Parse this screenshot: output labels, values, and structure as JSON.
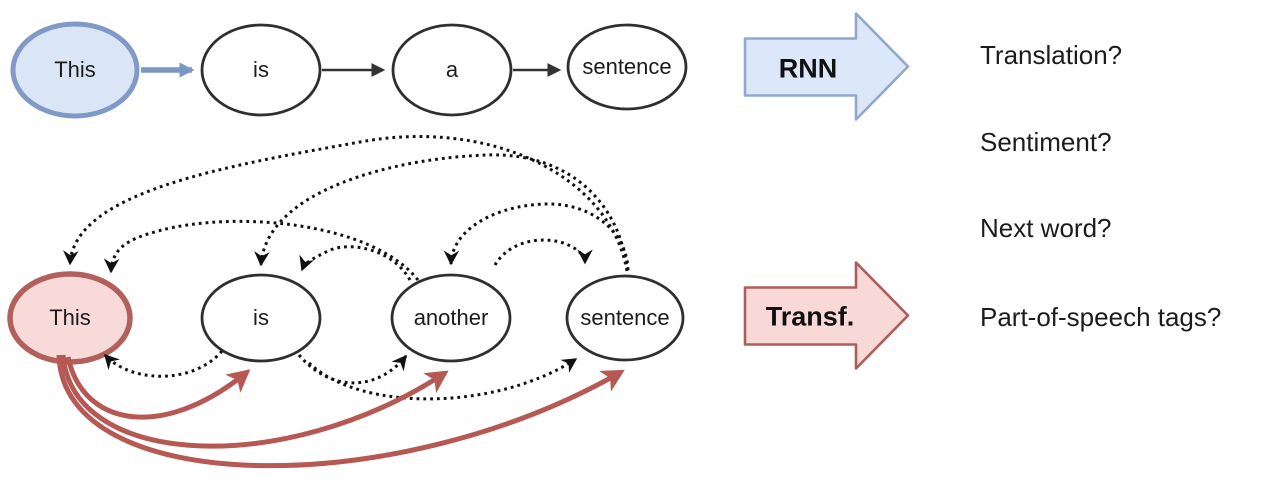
{
  "rnn_row": {
    "nodes": [
      {
        "label": "This",
        "highlighted": true
      },
      {
        "label": "is",
        "highlighted": false
      },
      {
        "label": "a",
        "highlighted": false
      },
      {
        "label": "sentence",
        "highlighted": false
      }
    ],
    "arrow_label": "RNN"
  },
  "transformer_row": {
    "nodes": [
      {
        "label": "This",
        "highlighted": true
      },
      {
        "label": "is",
        "highlighted": false
      },
      {
        "label": "another",
        "highlighted": false
      },
      {
        "label": "sentence",
        "highlighted": false
      }
    ],
    "arrow_label": "Transf."
  },
  "tasks": [
    {
      "label": "Translation?"
    },
    {
      "label": "Sentiment?"
    },
    {
      "label": "Next word?"
    },
    {
      "label": "Part-of-speech tags?"
    }
  ],
  "colors": {
    "rnn_node_fill": "#dae6f5",
    "rnn_node_stroke": "#8099c7",
    "rnn_big_arrow_fill": "#dce8f9",
    "rnn_big_arrow_stroke": "#90a8cf",
    "transformer_node_fill": "#f8dbd9",
    "transformer_node_stroke": "#b2605c",
    "transformer_big_arrow_fill": "#f8d9d8",
    "transformer_big_arrow_stroke": "#ab5f5b",
    "attention_arc_color": "#111111",
    "context_arc_color": "#b65853",
    "text_color": "#1c1c1c"
  }
}
